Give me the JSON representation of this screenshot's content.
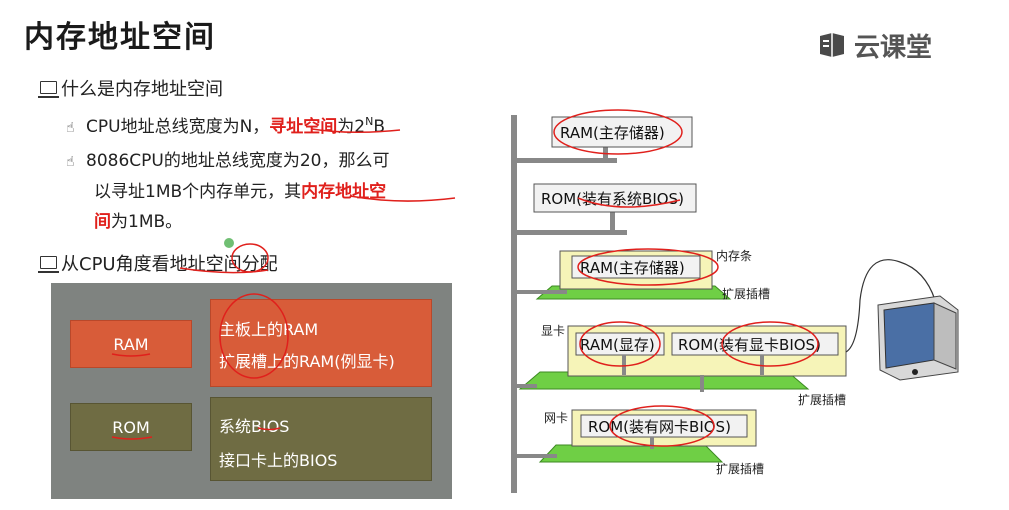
{
  "title": "内存地址空间",
  "logo": {
    "text": "云课堂"
  },
  "section1": {
    "heading": "什么是内存地址空间",
    "point1": {
      "pre": "CPU地址总线宽度为N，",
      "highlight": "寻址空间",
      "post": "为2",
      "sup": "N",
      "end": "B"
    },
    "point2": {
      "line1": "8086CPU的地址总线宽度为20，那么可",
      "line2_pre": "以寻址1MB个内存单元，其",
      "line2_highlight": "内存地址空",
      "line3_highlight": "间",
      "line3_post": "为1MB。"
    }
  },
  "section2": {
    "heading": "从CPU角度看地址空间分配"
  },
  "mapping": {
    "ram_label": "RAM",
    "rom_label": "ROM",
    "ram_desc": [
      "主板上的RAM",
      "扩展槽上的RAM(例显卡)"
    ],
    "rom_desc": [
      "系统BIOS",
      "接口卡上的BIOS"
    ],
    "colors": {
      "ram": "#d85c39",
      "rom": "#6f6c43",
      "panel": "#7f8380"
    }
  },
  "diagram": {
    "chips": {
      "main_ram": "RAM(主存储器)",
      "sys_rom": "ROM(装有系统BIOS)",
      "mem_ram": "RAM(主存储器)",
      "vid_ram": "RAM(显存)",
      "vid_rom": "ROM(装有显卡BIOS)",
      "net_rom": "ROM(装有网卡BIOS)"
    },
    "labels": {
      "mem_stick": "内存条",
      "slot1": "扩展插槽",
      "video_card": "显卡",
      "slot2": "扩展插槽",
      "net_card": "网卡",
      "slot3": "扩展插槽"
    },
    "colors": {
      "board": "#6fcf45",
      "card": "#f6f4b8",
      "bus": "#888888",
      "annotation": "#e0201c"
    }
  }
}
